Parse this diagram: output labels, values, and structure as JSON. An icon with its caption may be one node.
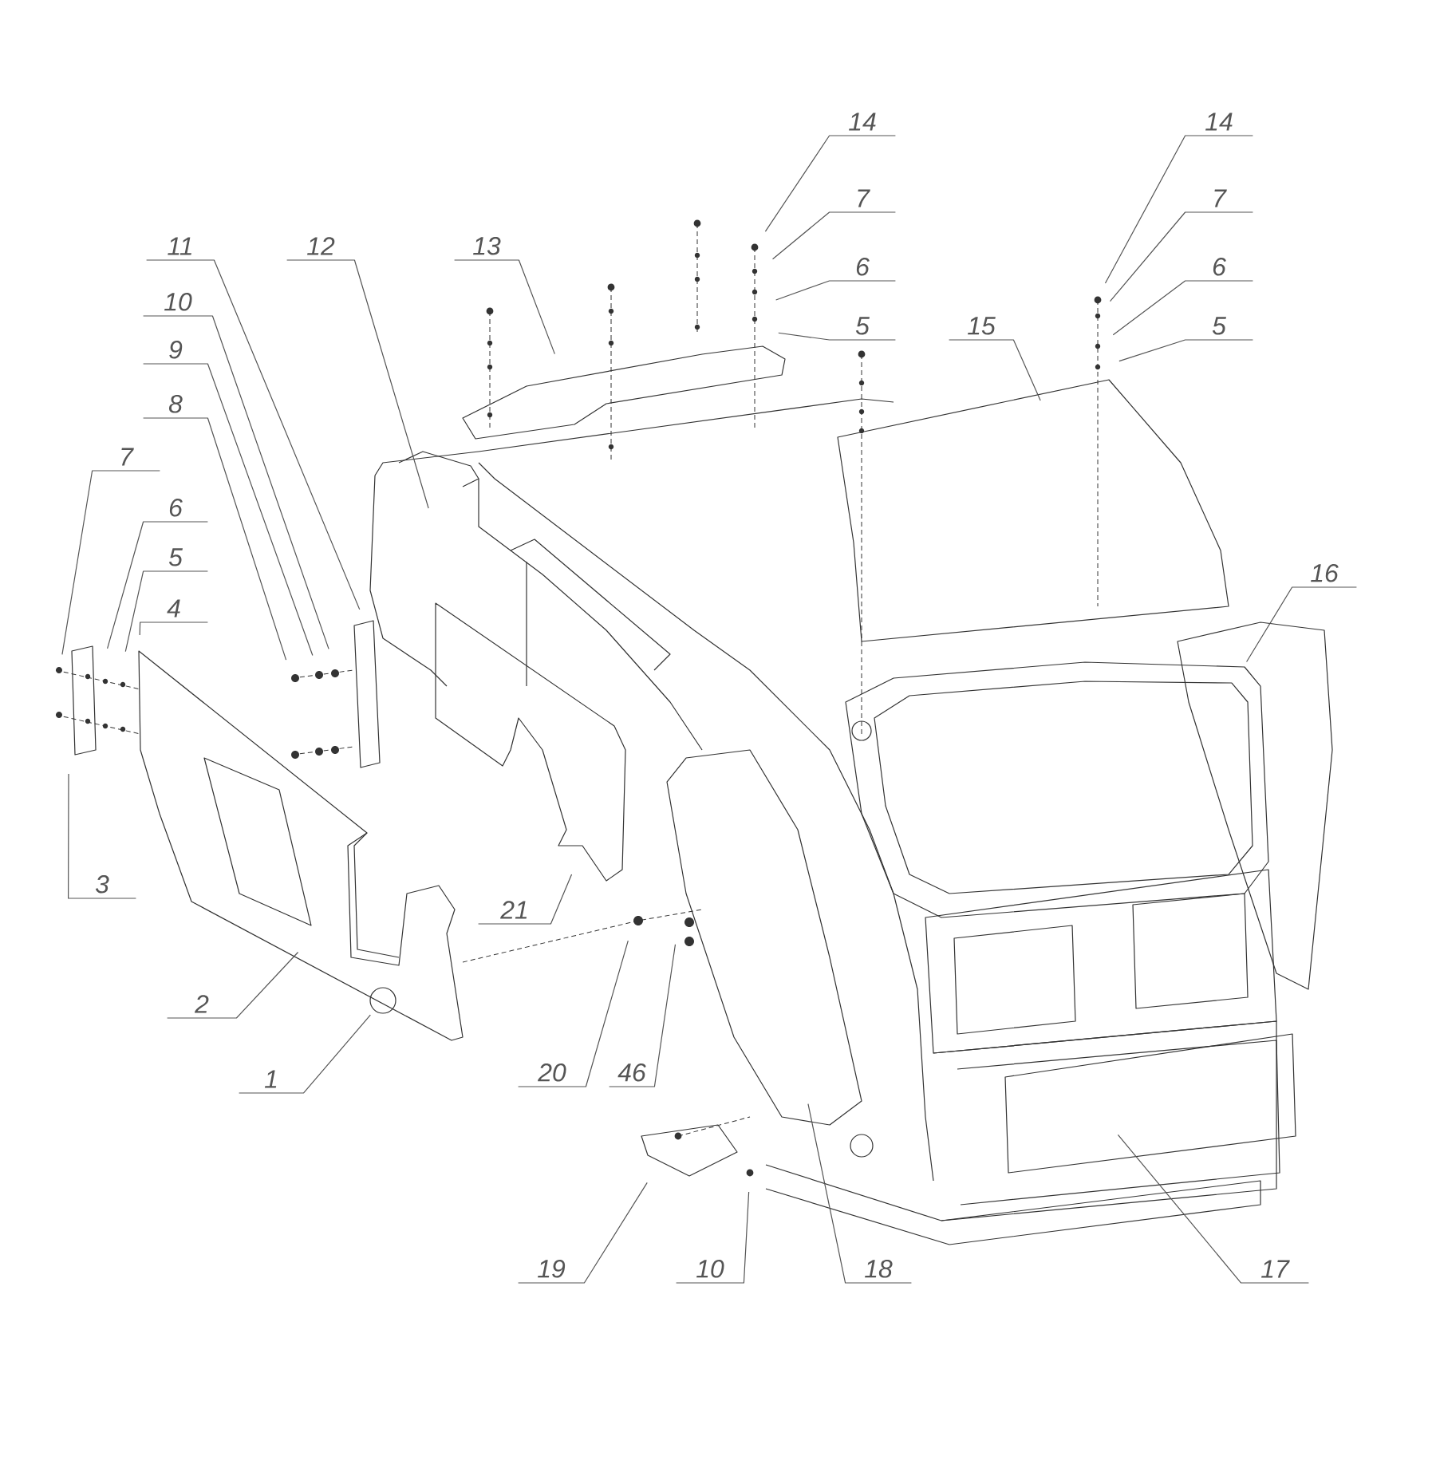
{
  "diagram": {
    "nodes": [
      {
        "text": [
          "14"
        ]
      },
      {
        "text": [
          "14"
        ]
      },
      {
        "text": [
          "7"
        ]
      },
      {
        "text": [
          "7"
        ]
      },
      {
        "text": [
          "11"
        ]
      },
      {
        "text": [
          "12"
        ]
      },
      {
        "text": [
          "13"
        ]
      },
      {
        "text": [
          "6"
        ]
      },
      {
        "text": [
          "6"
        ]
      },
      {
        "text": [
          "10"
        ]
      },
      {
        "text": [
          "5"
        ]
      },
      {
        "text": [
          "15"
        ]
      },
      {
        "text": [
          "5"
        ]
      },
      {
        "text": [
          "9"
        ]
      },
      {
        "text": [
          "8"
        ]
      },
      {
        "text": [
          "7"
        ]
      },
      {
        "text": [
          "6"
        ]
      },
      {
        "text": [
          "5"
        ]
      },
      {
        "text": [
          "16"
        ]
      },
      {
        "text": [
          "4"
        ]
      },
      {
        "text": [
          "3"
        ]
      },
      {
        "text": [
          "21"
        ]
      },
      {
        "text": [
          "2"
        ]
      },
      {
        "text": [
          "20"
        ]
      },
      {
        "text": [
          "46"
        ]
      },
      {
        "text": [
          "1"
        ]
      },
      {
        "text": [
          "19"
        ]
      },
      {
        "text": [
          "10"
        ]
      },
      {
        "text": [
          "18"
        ]
      },
      {
        "text": [
          "17"
        ]
      }
    ],
    "edges": [
      {
        "from": 0,
        "to": null,
        "arrow": "none"
      },
      {
        "from": 1,
        "to": null,
        "arrow": "none"
      },
      {
        "from": 2,
        "to": null,
        "arrow": "none"
      },
      {
        "from": 3,
        "to": null,
        "arrow": "none"
      },
      {
        "from": 4,
        "to": null,
        "arrow": "none"
      },
      {
        "from": 5,
        "to": null,
        "arrow": "none"
      },
      {
        "from": 6,
        "to": null,
        "arrow": "none"
      },
      {
        "from": 7,
        "to": null,
        "arrow": "none"
      },
      {
        "from": 8,
        "to": null,
        "arrow": "none"
      },
      {
        "from": 9,
        "to": null,
        "arrow": "none"
      },
      {
        "from": 10,
        "to": null,
        "arrow": "none"
      },
      {
        "from": 11,
        "to": null,
        "arrow": "none"
      },
      {
        "from": 12,
        "to": null,
        "arrow": "none"
      },
      {
        "from": 13,
        "to": null,
        "arrow": "none"
      },
      {
        "from": 14,
        "to": null,
        "arrow": "none"
      },
      {
        "from": 15,
        "to": null,
        "arrow": "none"
      },
      {
        "from": 16,
        "to": null,
        "arrow": "none"
      },
      {
        "from": 17,
        "to": null,
        "arrow": "none"
      },
      {
        "from": 18,
        "to": null,
        "arrow": "none"
      },
      {
        "from": 19,
        "to": null,
        "arrow": "none"
      },
      {
        "from": 20,
        "to": null,
        "arrow": "none"
      },
      {
        "from": 21,
        "to": null,
        "arrow": "none"
      },
      {
        "from": 22,
        "to": null,
        "arrow": "none"
      },
      {
        "from": 23,
        "to": null,
        "arrow": "none"
      },
      {
        "from": 24,
        "to": null,
        "arrow": "none"
      },
      {
        "from": 25,
        "to": null,
        "arrow": "none"
      },
      {
        "from": 26,
        "to": null,
        "arrow": "none"
      },
      {
        "from": 27,
        "to": null,
        "arrow": "none"
      },
      {
        "from": 28,
        "to": null,
        "arrow": "none"
      },
      {
        "from": 29,
        "to": null,
        "arrow": "none"
      }
    ]
  }
}
